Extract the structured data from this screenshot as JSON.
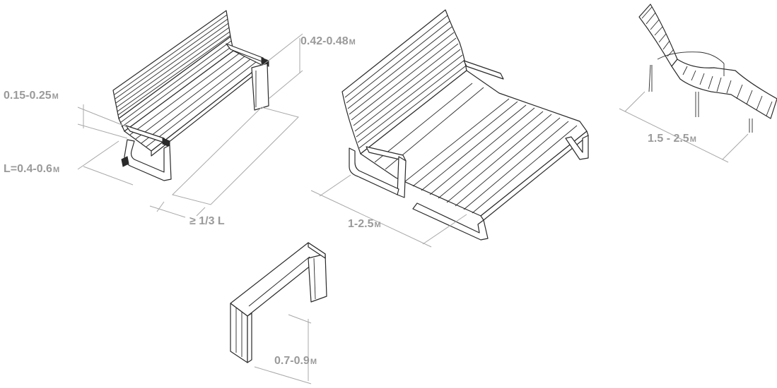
{
  "labels": {
    "bench_seat_height": "0.42-0.48",
    "bench_backrest_gap": "0.15-0.25",
    "bench_seat_depth": "L=0.4-0.6",
    "bench_clearance": "≥ 1/3 L",
    "lounger_width": "1-2.5",
    "chaise_length": "1.5 - 2.5",
    "perch_height": "0.7-0.9",
    "unit": "М"
  },
  "colors": {
    "dimension": "#9a9a9a",
    "ink": "#2a2a2a",
    "background": "#ffffff"
  }
}
